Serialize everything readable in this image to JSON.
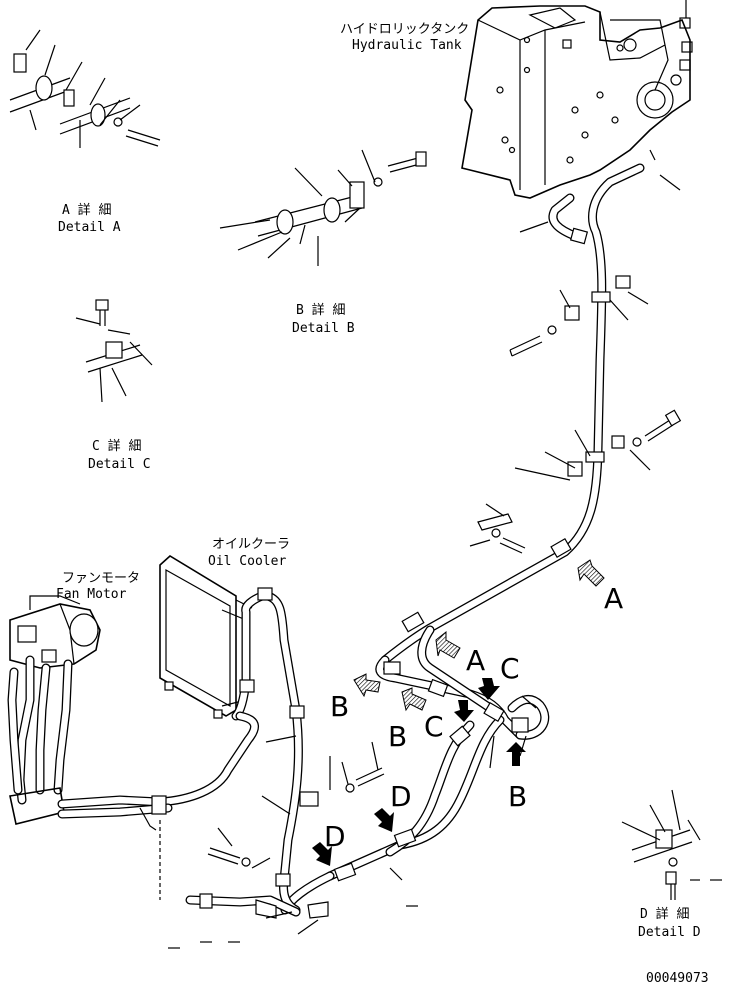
{
  "labels": {
    "hydraulic_tank_jp": "ハイドロリックタンク",
    "hydraulic_tank_en": "Hydraulic Tank",
    "detail_a_jp": "A 詳 細",
    "detail_a_en": "Detail A",
    "detail_b_jp": "B 詳 細",
    "detail_b_en": "Detail B",
    "detail_c_jp": "C 詳 細",
    "detail_c_en": "Detail C",
    "detail_d_jp": "D 詳 細",
    "detail_d_en": "Detail D",
    "oil_cooler_jp": "オイルクーラ",
    "oil_cooler_en": "Oil Cooler",
    "fan_motor_jp": "ファンモータ",
    "fan_motor_en": "Fan Motor",
    "drawing_number": "00049073"
  },
  "callouts": {
    "a1": "A",
    "a2": "A",
    "b1": "B",
    "b2": "B",
    "b3": "B",
    "c1": "C",
    "c2": "C",
    "d1": "D",
    "d2": "D"
  },
  "view_arrows": [
    {
      "letter": "A",
      "style": "hatched"
    },
    {
      "letter": "A",
      "style": "hatched"
    },
    {
      "letter": "B",
      "style": "hatched"
    },
    {
      "letter": "B",
      "style": "hatched"
    },
    {
      "letter": "B",
      "style": "solid"
    },
    {
      "letter": "C",
      "style": "solid"
    },
    {
      "letter": "C",
      "style": "solid"
    },
    {
      "letter": "D",
      "style": "solid"
    },
    {
      "letter": "D",
      "style": "solid"
    }
  ]
}
